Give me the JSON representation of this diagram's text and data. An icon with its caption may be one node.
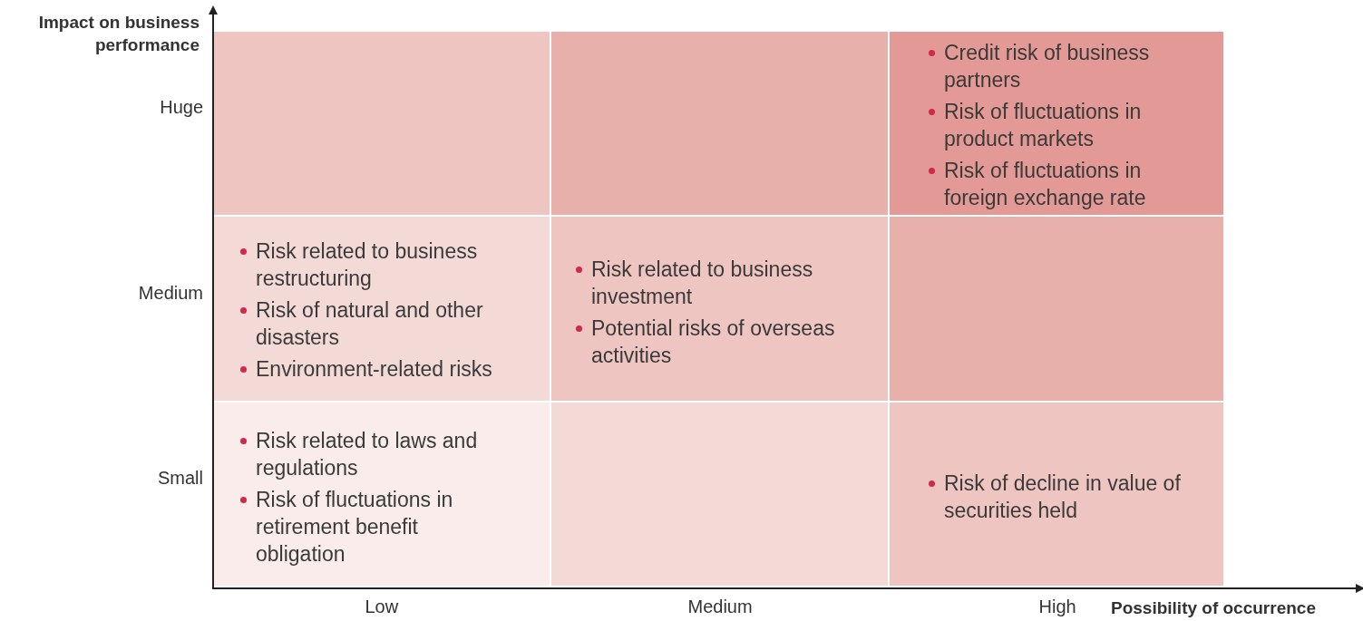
{
  "diagram": {
    "nodes": [
      {
        "text": [],
        "shape": "box"
      },
      {
        "text": [],
        "shape": "box"
      },
      {
        "text": [
          "Credit risk of business partners",
          "Risk of fluctuations in product markets",
          "Risk of fluctuations in foreign exchange rate"
        ]
      },
      {
        "text": [
          "Risk related to business restructuring",
          "Risk of natural and other disasters",
          "Environment-related risks"
        ]
      },
      {
        "text": [
          "Risk related to business investment",
          "Potential risks of overseas activities"
        ]
      },
      {
        "text": [],
        "shape": "box"
      },
      {
        "text": [
          "Risk related to laws and regulations",
          "Risk of fluctuations in retirement benefit obligation"
        ]
      },
      {
        "text": [],
        "shape": "box"
      },
      {
        "text": [
          "Risk of decline in value of securities held"
        ]
      }
    ],
    "labels": [
      "Impact on business performance",
      "Huge",
      "Medium",
      "Small",
      "Low",
      "Medium",
      "High",
      "Possibility of occurrence"
    ]
  }
}
